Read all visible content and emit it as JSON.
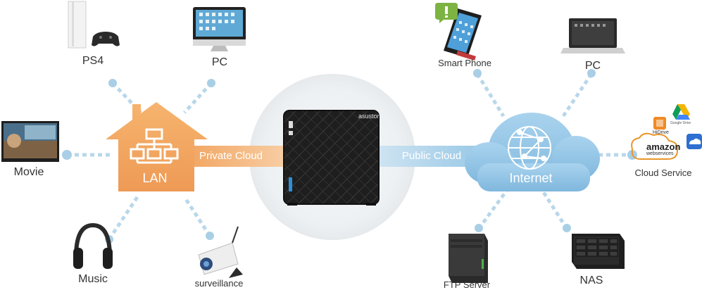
{
  "colors": {
    "lan_orange": "#F2A15A",
    "cloud_blue": "#8EC3E4",
    "connector_dot": "#A9CFE6",
    "connector_dash": "#B9D7EA",
    "nas_dark": "#1c1c1c",
    "halo": "#ECEFF1",
    "label_text": "#333333"
  },
  "hubs": {
    "lan": {
      "label": "LAN",
      "icon": "network-topology-icon"
    },
    "internet": {
      "label": "Internet",
      "icon": "globe-icon"
    }
  },
  "center": {
    "brand": "asustor",
    "private_link": "Private Cloud",
    "public_link": "Public Cloud"
  },
  "left_devices": {
    "ps4": "PS4",
    "pc": "PC",
    "movie": "Movie",
    "music": "Music",
    "surveillance": "surveillance"
  },
  "right_devices": {
    "smart_phone": "Smart Phone",
    "pc": "PC",
    "cloud_service": "Cloud Service",
    "ftp_server": "FTP Server",
    "nas": "NAS"
  },
  "cloud_service_logos": {
    "amazon": "amazon",
    "amazon_sub": "webservices",
    "hidrive": "HiDrive",
    "google_drive": "Google Drive"
  }
}
